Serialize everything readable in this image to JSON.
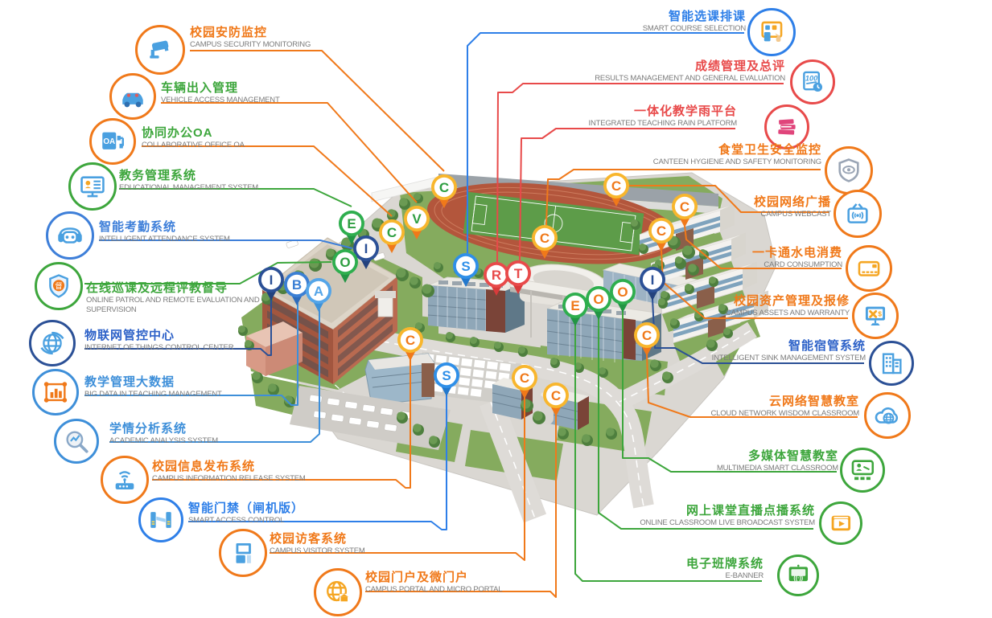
{
  "left_labels": [
    {
      "id": "campus-security-monitoring",
      "title": "校园安防监控",
      "subtitle": "CAMPUS SECURITY MONITORING",
      "accent": "#F0791A",
      "title_color": "#F0791A",
      "icon": "cctv-camera"
    },
    {
      "id": "vehicle-access-management",
      "title": "车辆出入管理",
      "subtitle": "VEHICLE ACCESS MANAGEMENT",
      "accent": "#F0791A",
      "title_color": "#3DA63C",
      "icon": "car"
    },
    {
      "id": "collaborative-office-oa",
      "title": "协同办公OA",
      "subtitle": "COLLABORATIVE OFFICE OA",
      "accent": "#F0791A",
      "title_color": "#3DA63C",
      "icon": "oa"
    },
    {
      "id": "educational-management-system",
      "title": "教务管理系统",
      "subtitle": "EDUCATIONAL MANAGEMENT SYSTEM",
      "accent": "#3DA63C",
      "title_color": "#3DA63C",
      "icon": "edu-monitor"
    },
    {
      "id": "intelligent-attendance-system",
      "title": "智能考勤系统",
      "subtitle": "INTELLIGENT ATTENDANCE SYSTEM",
      "accent": "#3E7FD9",
      "title_color": "#3E7FD9",
      "icon": "robot"
    },
    {
      "id": "online-patrol-supervision",
      "title": "在线巡课及远程评教督导",
      "subtitle": "ONLINE PATROL AND REMOTE EVALUATION AND SUPERVISION",
      "accent": "#3DA63C",
      "title_color": "#3DA63C",
      "icon": "shield-badge"
    },
    {
      "id": "iot-control-center",
      "title": "物联网管控中心",
      "subtitle": "INTERNET OF THINGS CONTROL CENTER",
      "accent": "#2B5096",
      "title_color": "#2E62C8",
      "icon": "globe-iot"
    },
    {
      "id": "big-data-teaching",
      "title": "教学管理大数据",
      "subtitle": "BIG DATA IN TEACHING MANAGEMENT",
      "accent": "#3E8FD9",
      "title_color": "#3E8FD9",
      "icon": "bar-chart"
    },
    {
      "id": "academic-analysis-system",
      "title": "学情分析系统",
      "subtitle": "ACADEMIC ANALYSIS SYSTEM",
      "accent": "#3E8FD9",
      "title_color": "#3E8FD9",
      "icon": "magnifier-chart"
    },
    {
      "id": "campus-information-release",
      "title": "校园信息发布系统",
      "subtitle": "CAMPUS INFORMATION RELEASE SYSTEM",
      "accent": "#F0791A",
      "title_color": "#F0791A",
      "icon": "wifi-router"
    },
    {
      "id": "smart-access-control",
      "title": "智能门禁（闸机版）",
      "subtitle": "SMART ACCESS CONTROL",
      "accent": "#2E7FE8",
      "title_color": "#2E7FE8",
      "icon": "gate"
    },
    {
      "id": "campus-visitor-system",
      "title": "校园访客系统",
      "subtitle": "CAMPUS VISITOR SYSTEM",
      "accent": "#F0791A",
      "title_color": "#F0791A",
      "icon": "kiosk"
    },
    {
      "id": "campus-portal",
      "title": "校园门户及微门户",
      "subtitle": "CAMPUS PORTAL AND MICRO PORTAL",
      "accent": "#F0791A",
      "title_color": "#F0791A",
      "icon": "globe-portal"
    }
  ],
  "right_labels": [
    {
      "id": "smart-course-selection",
      "title": "智能选课排课",
      "subtitle": "SMART COURSE SELECTION",
      "accent": "#2E7FE8",
      "title_color": "#2E7FE8",
      "icon": "course-board"
    },
    {
      "id": "results-management",
      "title": "成绩管理及总评",
      "subtitle": "RESULTS MANAGEMENT AND GENERAL EVALUATION",
      "accent": "#E84A4A",
      "title_color": "#E84A4A",
      "icon": "score-100"
    },
    {
      "id": "integrated-teaching-rain-platform",
      "title": "一体化教学雨平台",
      "subtitle": "INTEGRATED TEACHING RAIN PLATFORM",
      "accent": "#E84A4A",
      "title_color": "#E84A4A",
      "icon": "books"
    },
    {
      "id": "canteen-hygiene-monitoring",
      "title": "食堂卫生安全监控",
      "subtitle": "CANTEEN HYGIENE AND SAFETY MONITORING",
      "accent": "#F0791A",
      "title_color": "#F0791A",
      "icon": "shield-eye"
    },
    {
      "id": "campus-webcast",
      "title": "校园网络广播",
      "subtitle": "CAMPUS WEBCAST",
      "accent": "#F0791A",
      "title_color": "#F0791A",
      "icon": "radio-tv"
    },
    {
      "id": "card-consumption",
      "title": "一卡通水电消费",
      "subtitle": "CARD CONSUMPTION",
      "accent": "#F0791A",
      "title_color": "#F0791A",
      "icon": "card"
    },
    {
      "id": "campus-assets-warranty",
      "title": "校园资产管理及报修",
      "subtitle": "CAMPUS ASSETS AND WARRANTY",
      "accent": "#F0791A",
      "title_color": "#F0791A",
      "icon": "monitor-tools"
    },
    {
      "id": "intelligent-sink-management",
      "title": "智能宿管系统",
      "subtitle": "INTELLIGENT SINK MANAGEMENT SYSTEM",
      "accent": "#2B5096",
      "title_color": "#2E62C8",
      "icon": "buildings"
    },
    {
      "id": "cloud-network-classroom",
      "title": "云网络智慧教室",
      "subtitle": "CLOUD NETWORK WISDOM CLASSROOM",
      "accent": "#F0791A",
      "title_color": "#F0791A",
      "icon": "cloud-globe"
    },
    {
      "id": "multimedia-smart-classroom",
      "title": "多媒体智慧教室",
      "subtitle": "MULTIMEDIA SMART CLASSROOM",
      "accent": "#3DA63C",
      "title_color": "#3DA63C",
      "icon": "class-board"
    },
    {
      "id": "online-classroom-broadcast",
      "title": "网上课堂直播点播系统",
      "subtitle": "ONLINE CLASSROOM LIVE BROADCAST SYSTEM",
      "accent": "#3DA63C",
      "title_color": "#3DA63C",
      "icon": "play-screen"
    },
    {
      "id": "e-banner-system",
      "title": "电子班牌系统",
      "subtitle": "E-BANNER",
      "accent": "#3DA63C",
      "title_color": "#3DA63C",
      "icon": "e-banner"
    }
  ],
  "pins": [
    {
      "letter": "C",
      "ring": "#F8B62D",
      "tail": "#F0791A",
      "letter_color": "#2E9E41"
    },
    {
      "letter": "V",
      "ring": "#F8B62D",
      "tail": "#F0791A",
      "letter_color": "#2E9E41"
    },
    {
      "letter": "C",
      "ring": "#F8B62D",
      "tail": "#F0791A",
      "letter_color": "#2E9E41"
    },
    {
      "letter": "E",
      "ring": "#2EAE4E",
      "tail": "#229544",
      "letter_color": "#2E9E41"
    },
    {
      "letter": "I",
      "ring": "#2B5096",
      "tail": "#23427d",
      "letter_color": "#2B5096"
    },
    {
      "letter": "O",
      "ring": "#2EAE4E",
      "tail": "#229544",
      "letter_color": "#2E9E41"
    },
    {
      "letter": "I",
      "ring": "#2B5096",
      "tail": "#23427d",
      "letter_color": "#2B5096"
    },
    {
      "letter": "B",
      "ring": "#3B7FD4",
      "tail": "#2f6cbb",
      "letter_color": "#3B7FD4"
    },
    {
      "letter": "A",
      "ring": "#54A5E8",
      "tail": "#3f92d8",
      "letter_color": "#54A5E8"
    },
    {
      "letter": "C",
      "ring": "#F8B62D",
      "tail": "#F0791A",
      "letter_color": "#F0791A"
    },
    {
      "letter": "S",
      "ring": "#2F8FE8",
      "tail": "#2378cc",
      "letter_color": "#2F8FE8"
    },
    {
      "letter": "C",
      "ring": "#F8B62D",
      "tail": "#F0791A",
      "letter_color": "#F0791A"
    },
    {
      "letter": "C",
      "ring": "#F8B62D",
      "tail": "#F0791A",
      "letter_color": "#F0791A"
    },
    {
      "letter": "S",
      "ring": "#2F8FE8",
      "tail": "#2378cc",
      "letter_color": "#2F8FE8"
    },
    {
      "letter": "R",
      "ring": "#E84A4A",
      "tail": "#d83b3b",
      "letter_color": "#E84A4A"
    },
    {
      "letter": "T",
      "ring": "#E84A4A",
      "tail": "#d83b3b",
      "letter_color": "#E84A4A"
    },
    {
      "letter": "C",
      "ring": "#F8B62D",
      "tail": "#F0791A",
      "letter_color": "#F0791A"
    },
    {
      "letter": "C",
      "ring": "#F8B62D",
      "tail": "#F0791A",
      "letter_color": "#F0791A"
    },
    {
      "letter": "C",
      "ring": "#F8B62D",
      "tail": "#F0791A",
      "letter_color": "#F0791A"
    },
    {
      "letter": "C",
      "ring": "#F8B62D",
      "tail": "#F0791A",
      "letter_color": "#F0791A"
    },
    {
      "letter": "I",
      "ring": "#2B5096",
      "tail": "#23427d",
      "letter_color": "#2B5096"
    },
    {
      "letter": "C",
      "ring": "#F8B62D",
      "tail": "#F0791A",
      "letter_color": "#F0791A"
    },
    {
      "letter": "E",
      "ring": "#2EAE4E",
      "tail": "#229544",
      "letter_color": "#F0791A"
    },
    {
      "letter": "O",
      "ring": "#2EAE4E",
      "tail": "#229544",
      "letter_color": "#F0791A"
    },
    {
      "letter": "O",
      "ring": "#2EAE4E",
      "tail": "#229544",
      "letter_color": "#F0791A"
    }
  ]
}
